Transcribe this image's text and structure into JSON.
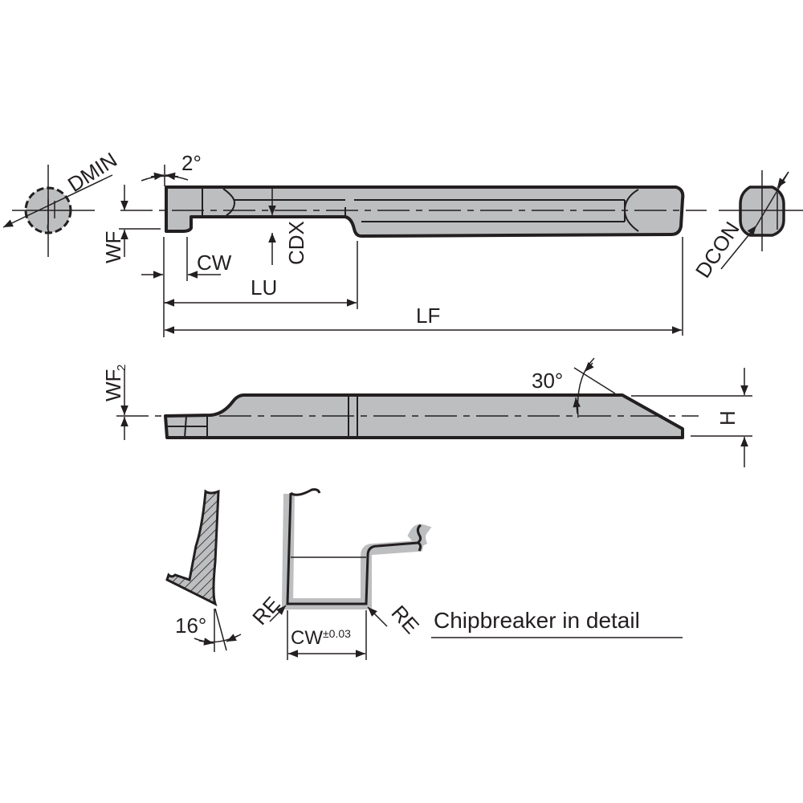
{
  "drawing": {
    "type": "grooving-boring-bar technical drawing",
    "colors": {
      "line": "#231f20",
      "fill": "#bcbec0",
      "background": "#ffffff"
    }
  },
  "top_view": {
    "labels": {
      "dmin": "DMIN",
      "angle_2": "2°",
      "wf": "WF",
      "cw": "CW",
      "cdx": "CDX",
      "lu": "LU",
      "lf": "LF",
      "dcon": "DCON"
    }
  },
  "side_view": {
    "labels": {
      "wf2_main": "WF",
      "wf2_sub": "2",
      "angle_30": "30°",
      "h": "H"
    }
  },
  "chipbreaker_detail": {
    "labels": {
      "angle_16": "16°",
      "re_left": "RE",
      "re_right": "RE",
      "cw_main": "CW",
      "cw_tolerance": "±0.03",
      "caption": "Chipbreaker in detail"
    }
  }
}
